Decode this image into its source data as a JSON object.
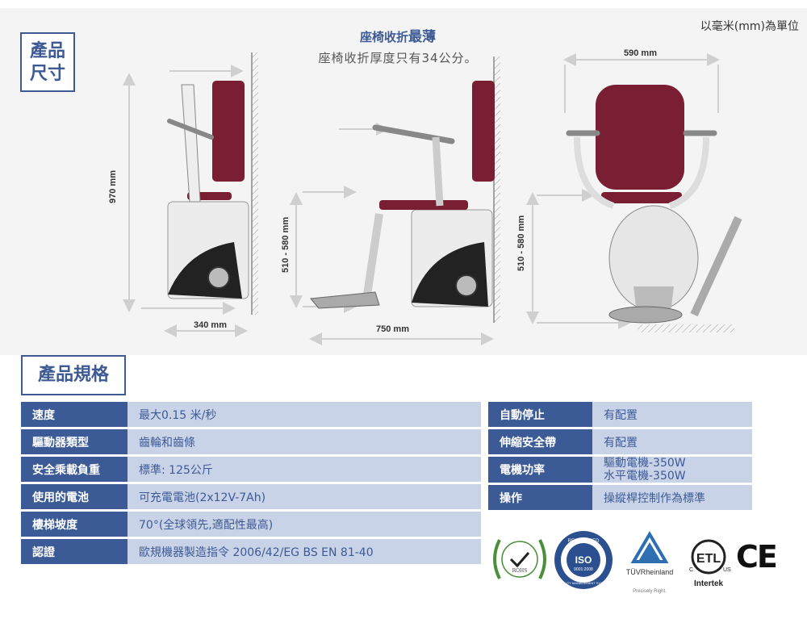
{
  "unit_note": "以毫米(mm)為單位",
  "dimensions": {
    "title_line1": "產品",
    "title_line2": "尺寸",
    "headline_prefix": "座椅收折",
    "headline_strong": "最薄",
    "subline": "座椅收折厚度只有34公分。",
    "labels": {
      "height_folded": "970 mm",
      "depth_folded": "340 mm",
      "seat_height_side": "510 - 580 mm",
      "depth_open": "750 mm",
      "seat_height_front": "510 - 580 mm",
      "width_front": "590 mm"
    }
  },
  "specs": {
    "title": "產品規格",
    "left_rows": [
      {
        "label": "速度",
        "value": "最大0.15 米/秒"
      },
      {
        "label": "驅動器類型",
        "value": "齒輪和齒條"
      },
      {
        "label": "安全乘載負重",
        "value": "標準: 125公斤"
      },
      {
        "label": "使用的電池",
        "value": "可充電電池(2x12V-7Ah)"
      },
      {
        "label": "樓梯坡度",
        "value": "70°(全球領先,適配性最高)"
      },
      {
        "label": "認證",
        "value": "歐規機器製造指令 2006/42/EG BS EN 81-40"
      }
    ],
    "right_rows": [
      {
        "label": "自動停止",
        "value": "有配置",
        "value2": ""
      },
      {
        "label": "伸縮安全帶",
        "value": "有配置",
        "value2": ""
      },
      {
        "label": "電機功率",
        "value": "驅動電機-350W",
        "value2": "水平電機-350W"
      },
      {
        "label": "操作",
        "value": "操縱桿控制作為標準",
        "value2": ""
      }
    ]
  },
  "certifications": {
    "rohs": "ROHS",
    "iso_top": "REGISTERED",
    "iso_mid": "ISO",
    "iso_num": "9001:2008",
    "iso_bottom": "QUALITY MANAGEMENT SYSTEM",
    "tuv": "TÜVRheinland",
    "tuv_tag": "Precisely Right.",
    "etl": "ETL",
    "etl_c": "C",
    "etl_us": "US",
    "intertek": "Intertek",
    "ce": "CE"
  },
  "colors": {
    "accent_blue": "#3b5a96",
    "cell_blue": "#c9d3e8",
    "seat_maroon": "#7a1f33"
  }
}
